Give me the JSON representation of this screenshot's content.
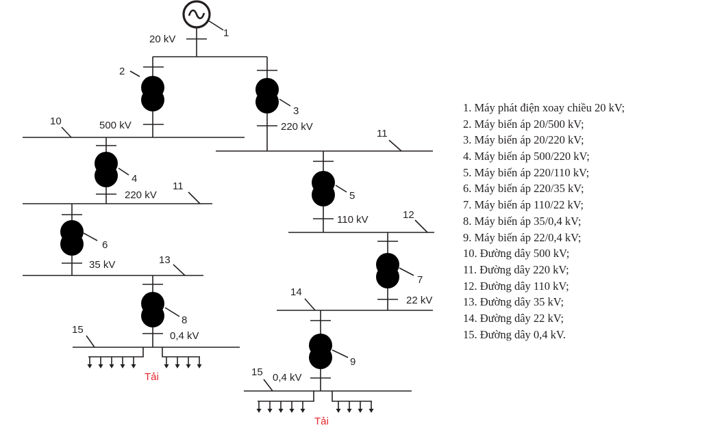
{
  "generator": {
    "number": "1",
    "voltage": "20 kV"
  },
  "transformers": [
    {
      "id": "2",
      "voltage": "500 kV"
    },
    {
      "id": "3",
      "voltage": "220 kV"
    },
    {
      "id": "4",
      "voltage": "220 kV"
    },
    {
      "id": "5",
      "voltage": "110 kV"
    },
    {
      "id": "6",
      "voltage": "35 kV"
    },
    {
      "id": "7",
      "voltage": "22 kV"
    },
    {
      "id": "8",
      "voltage": "0,4 kV"
    },
    {
      "id": "9",
      "voltage": "0,4 kV"
    }
  ],
  "bus_labels": {
    "line_500kv": "10",
    "line_220kv_left": "11",
    "line_220kv_right": "11",
    "line_110kv": "12",
    "line_35kv": "13",
    "line_22kv": "14",
    "line_04kv_left": "15",
    "line_04kv_right": "15"
  },
  "load_label": "Tải",
  "legend": [
    "1. Máy phát điện xoay chiều 20 kV;",
    "2. Máy biến áp 20/500 kV;",
    "3. Máy biến áp 20/220 kV;",
    "4. Máy biến áp 500/220 kV;",
    "5. Máy biến áp 220/110 kV;",
    "6. Máy biến áp 220/35 kV;",
    "7. Máy biến áp 110/22 kV;",
    "8. Máy biến áp 35/0,4 kV;",
    "9. Máy biến áp 22/0,4 kV;",
    "10. Đường dây 500 kV;",
    "11. Đường dây 220 kV;",
    "12. Đường dây 110 kV;",
    "13. Đường dây 35 kV;",
    "14. Đường dây 22 kV;",
    "15. Đường dây 0,4 kV."
  ],
  "colors": {
    "transformer_fill": "#7fd0dc",
    "line": "#231f20",
    "load_text": "#e3242b"
  }
}
